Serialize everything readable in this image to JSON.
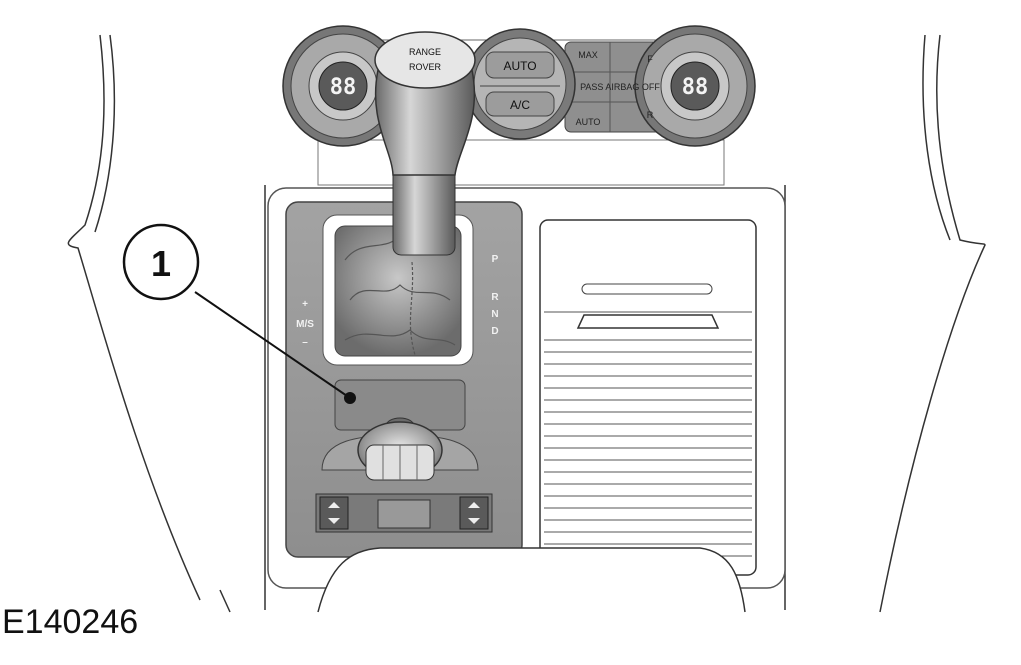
{
  "figure_id": "E140246",
  "callout": {
    "number": "1"
  },
  "climate": {
    "left_display": "88",
    "right_display": "88",
    "auto_label": "AUTO",
    "ac_label": "A/C",
    "max_label": "MAX",
    "auto_button_label": "AUTO",
    "airbag_label": "PASS AIRBAG OFF",
    "front_label": "F",
    "rear_label": "R"
  },
  "knob": {
    "text_top": "RANGE",
    "text_bottom": "ROVER"
  },
  "gear_selector": {
    "positions": [
      "P",
      "R",
      "N",
      "D"
    ]
  },
  "manual_mode": {
    "plus": "+",
    "m_s": "M/S",
    "minus": "–"
  }
}
